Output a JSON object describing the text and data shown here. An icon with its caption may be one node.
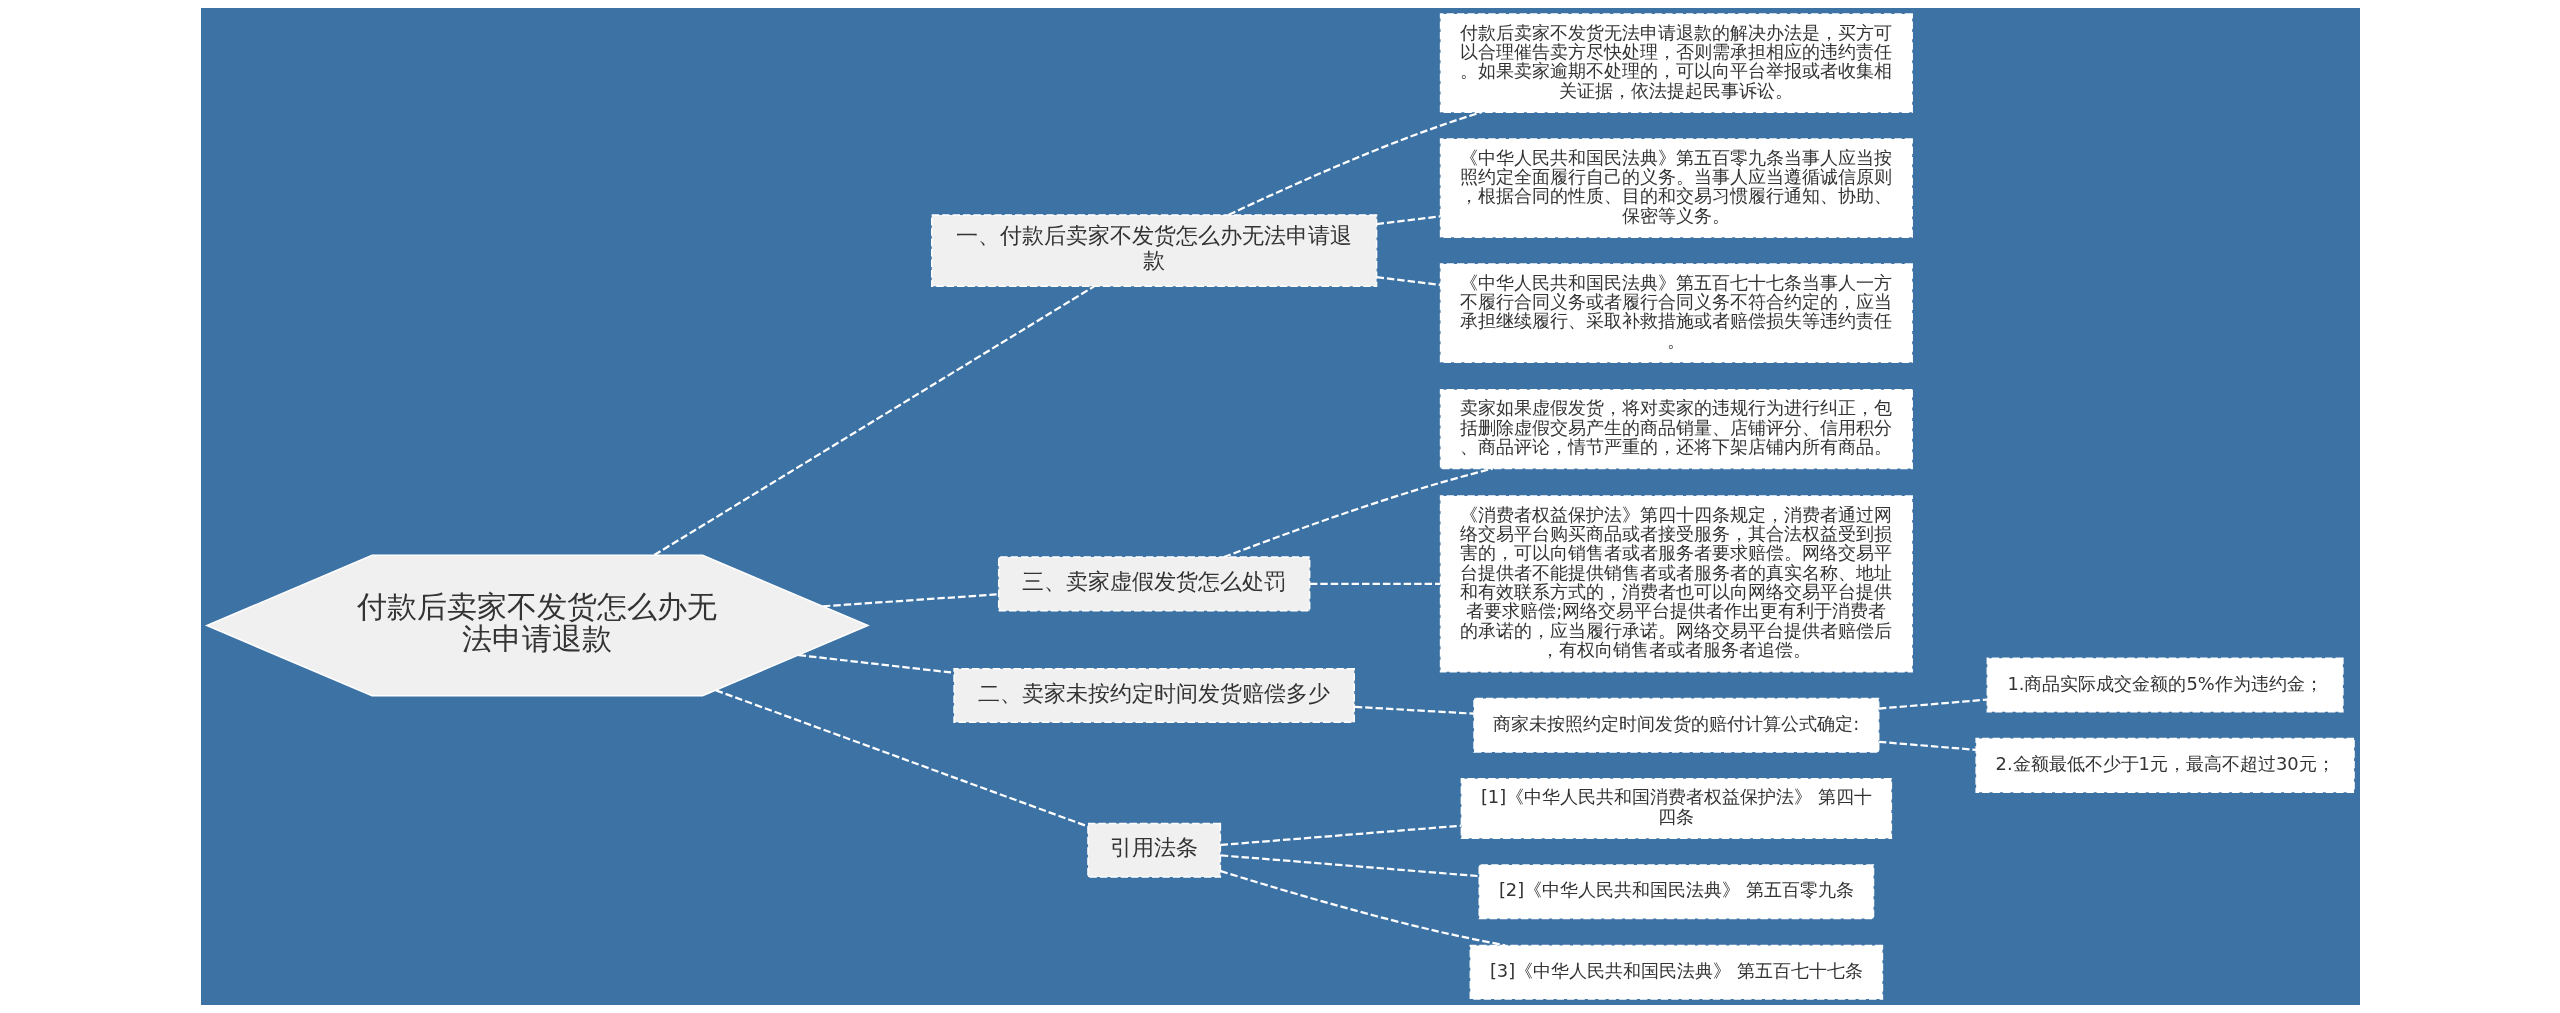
{
  "diagram": {
    "nodes": [
      {
        "text": [
          "付款后卖家不发货怎么办无法申请退款"
        ]
      },
      {
        "text": [
          "一、付款后卖家不发货怎么办无法申请退款"
        ]
      },
      {
        "text": [
          "付款后卖家不发货无法申请退款的解决办法是，买方可以合理催告卖方尽快处理，否则需承担相应的违约责任。如果卖家逾期不处理的，可以向平台举报或者收集相关证据，依法提起民事诉讼。"
        ]
      },
      {
        "text": [
          "《中华人民共和国民法典》第五百零九条当事人应当按照约定全面履行自己的义务。当事人应当遵循诚信原则，根据合同的性质、目的和交易习惯履行通知、协助、保密等义务。"
        ]
      },
      {
        "text": [
          "《中华人民共和国民法典》第五百七十七条当事人一方不履行合同义务或者履行合同义务不符合约定的，应当承担继续履行、采取补救措施或者赔偿损失等违约责任。"
        ]
      },
      {
        "text": [
          "三、卖家虚假发货怎么处罚"
        ]
      },
      {
        "text": [
          "卖家如果虚假发货，将对卖家的违规行为进行纠正，包括删除虚假交易产生的商品销量、店铺评分、信用积分、商品评论，情节严重的，还将下架店铺内所有商品。"
        ]
      },
      {
        "text": [
          "《消费者权益保护法》第四十四条规定，消费者通过网络交易平台购买商品或者接受服务，其合法权益受到损害的，可以向销售者或者服务者要求赔偿。网络交易平台提供者不能提供销售者或者服务者的真实名称、地址和有效联系方式的，消费者也可以向网络交易平台提供者要求赔偿;网络交易平台提供者作出更有利于消费者的承诺的，应当履行承诺。网络交易平台提供者赔偿后，有权向销售者或者服务者追偿。"
        ]
      },
      {
        "text": [
          "二、卖家未按约定时间发货赔偿多少"
        ]
      },
      {
        "text": [
          "商家未按照约定时间发货的赔付计算公式确定:"
        ]
      },
      {
        "text": [
          "1.商品实际成交金额的5%作为违约金；"
        ]
      },
      {
        "text": [
          "2.金额最低不少于1元，最高不超过30元；"
        ]
      },
      {
        "text": [
          "引用法条"
        ]
      },
      {
        "text": [
          "[1]《中华人民共和国消费者权益保护法》 第四十四条"
        ]
      },
      {
        "text": [
          "[2]《中华人民共和国民法典》 第五百零九条"
        ]
      },
      {
        "text": [
          "[3]《中华人民共和国民法典》 第五百七十七条"
        ]
      }
    ],
    "edges": [
      {
        "from": 0,
        "to": 1,
        "arrow": "none"
      },
      {
        "from": 1,
        "to": 2,
        "arrow": "none"
      },
      {
        "from": 1,
        "to": 3,
        "arrow": "none"
      },
      {
        "from": 1,
        "to": 4,
        "arrow": "none"
      },
      {
        "from": 0,
        "to": 5,
        "arrow": "none"
      },
      {
        "from": 5,
        "to": 6,
        "arrow": "none"
      },
      {
        "from": 5,
        "to": 7,
        "arrow": "none"
      },
      {
        "from": 0,
        "to": 8,
        "arrow": "none"
      },
      {
        "from": 8,
        "to": 9,
        "arrow": "none"
      },
      {
        "from": 9,
        "to": 10,
        "arrow": "none"
      },
      {
        "from": 9,
        "to": 11,
        "arrow": "none"
      },
      {
        "from": 0,
        "to": 12,
        "arrow": "none"
      },
      {
        "from": 12,
        "to": 13,
        "arrow": "none"
      },
      {
        "from": 12,
        "to": 14,
        "arrow": "none"
      },
      {
        "from": 12,
        "to": 15,
        "arrow": "none"
      }
    ]
  }
}
